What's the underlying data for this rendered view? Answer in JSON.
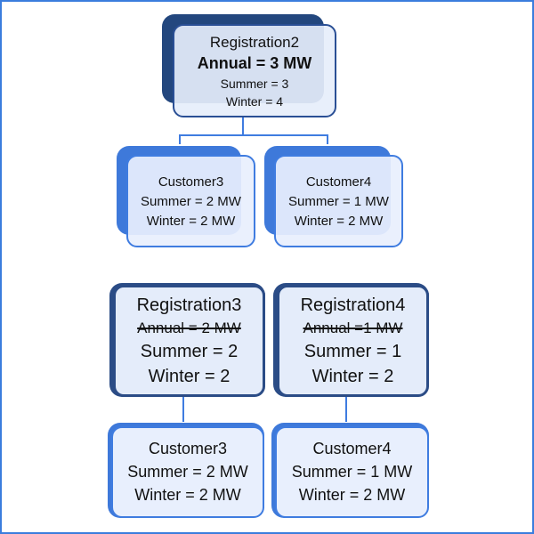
{
  "diagram": {
    "top_section": {
      "registration": {
        "title": "Registration2",
        "annual": "Annual = 3 MW",
        "summer": "Summer = 3",
        "winter": "Winter = 4"
      },
      "customers": [
        {
          "title": "Customer3",
          "summer": "Summer = 2 MW",
          "winter": "Winter = 2 MW"
        },
        {
          "title": "Customer4",
          "summer": "Summer = 1 MW",
          "winter": "Winter = 2 MW"
        }
      ]
    },
    "bottom_section": {
      "registrations": [
        {
          "title": "Registration3",
          "annual_struck": "Annual = 2 MW",
          "summer": "Summer = 2",
          "winter": "Winter = 2"
        },
        {
          "title": "Registration4",
          "annual_struck": "Annual =1 MW",
          "summer": "Summer = 1",
          "winter": "Winter = 2"
        }
      ],
      "customers": [
        {
          "title": "Customer3",
          "summer": "Summer = 2 MW",
          "winter": "Winter = 2 MW"
        },
        {
          "title": "Customer4",
          "summer": "Summer = 1 MW",
          "winter": "Winter = 2 MW"
        }
      ]
    },
    "colors": {
      "frame_border": "#3b7ddd",
      "dark_node": "#23477e",
      "medium_node": "#3e79da",
      "node_fill": "#e5eefc",
      "connector": "#3f7ce0"
    }
  }
}
